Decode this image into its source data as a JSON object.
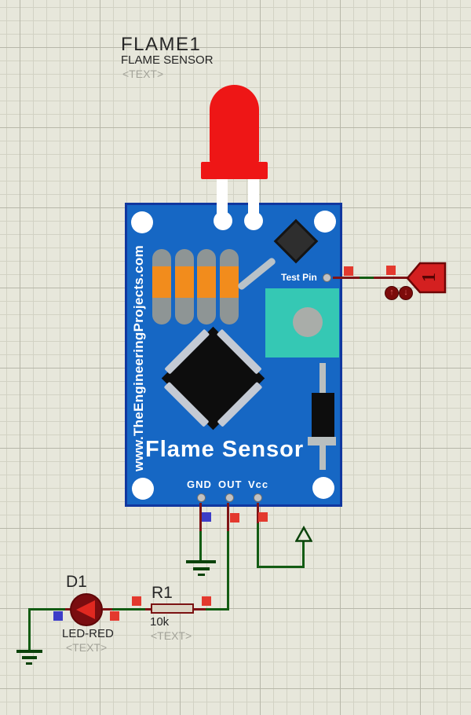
{
  "schematic": {
    "flame_module": {
      "ref": "FLAME1",
      "part": "FLAME SENSOR",
      "prop": "<TEXT>",
      "board_title": "Flame Sensor",
      "website": "www.TheEngineeringProjects.com",
      "test_pin": "Test Pin",
      "pins": [
        "GND",
        "OUT",
        "Vcc"
      ]
    },
    "led": {
      "ref": "D1",
      "part": "LED-RED",
      "prop": "<TEXT>"
    },
    "resistor": {
      "ref": "R1",
      "value": "10k",
      "prop": "<TEXT>"
    },
    "tag": {
      "label": "1"
    },
    "markers": {
      "up": "↑",
      "down": "↓"
    }
  },
  "colors": {
    "background": "#e7e7db",
    "grid_minor": "#d2d2c4",
    "grid_major": "#b7b7a9",
    "board_blue": "#1667c4",
    "board_border": "#10379f",
    "pot_teal": "#35c8b4",
    "resistor_orange": "#f28c1c",
    "resistor_gray": "#8e9595",
    "chip_black": "#0d0d0d",
    "chip_pad_gray": "#c4cad4",
    "led_bright_red": "#ee1616",
    "led_body_dark_red": "#7a0d10",
    "wire_green": "#135c13",
    "pin_maroon": "#7f1416",
    "terminal_green": "#0b430b",
    "tag_red": "#d42020",
    "marker_red": "#e3392e",
    "marker_blue": "#3c3cc8",
    "text_dark": "#262626",
    "text_gray": "#a3a399"
  }
}
